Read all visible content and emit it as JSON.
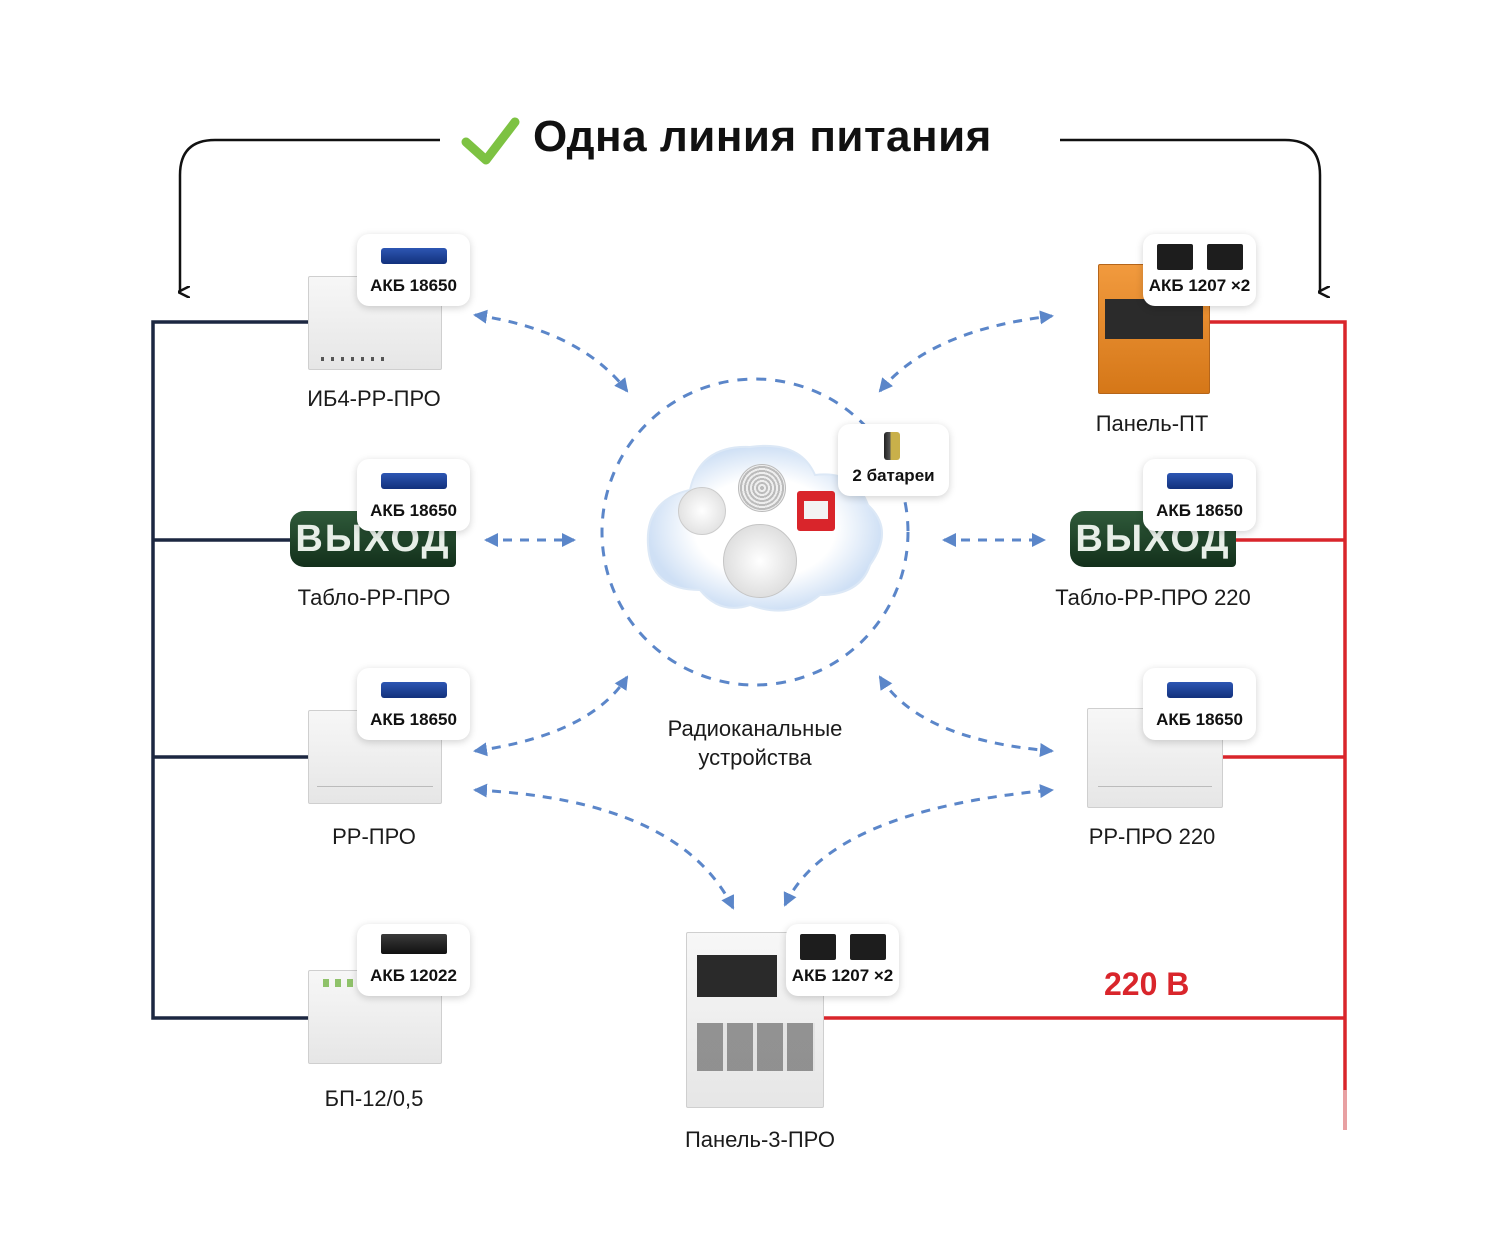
{
  "header": {
    "title": "Одна линия питания"
  },
  "left_devices": [
    {
      "name": "ИБ4-РР-ПРО",
      "battery": "АКБ 18650"
    },
    {
      "name": "Табло-РР-ПРО",
      "battery": "АКБ 18650",
      "screen_text": "ВЫХОД"
    },
    {
      "name": "РР-ПРО",
      "battery": "АКБ 18650"
    },
    {
      "name": "БП-12/0,5",
      "battery": "АКБ 12022"
    }
  ],
  "right_devices": [
    {
      "name": "Панель-ПТ",
      "battery": "АКБ 1207 ×2"
    },
    {
      "name": "Табло-РР-ПРО 220",
      "battery": "АКБ 18650",
      "screen_text": "ВЫХОД"
    },
    {
      "name": "РР-ПРО 220",
      "battery": "АКБ 18650"
    }
  ],
  "center": {
    "name": "Панель-3-ПРО",
    "battery": "АКБ 1207 ×2",
    "radio_label_1": "Радиоканальные",
    "radio_label_2": "устройства",
    "radio_battery": "2 батареи"
  },
  "power": {
    "voltage": "220 В"
  },
  "colors": {
    "low_voltage_line": "#1c2741",
    "mains_line": "#d9252b",
    "radio_link": "#5b86c9",
    "check": "#7dc242",
    "panel_orange": "#e88a2a"
  }
}
